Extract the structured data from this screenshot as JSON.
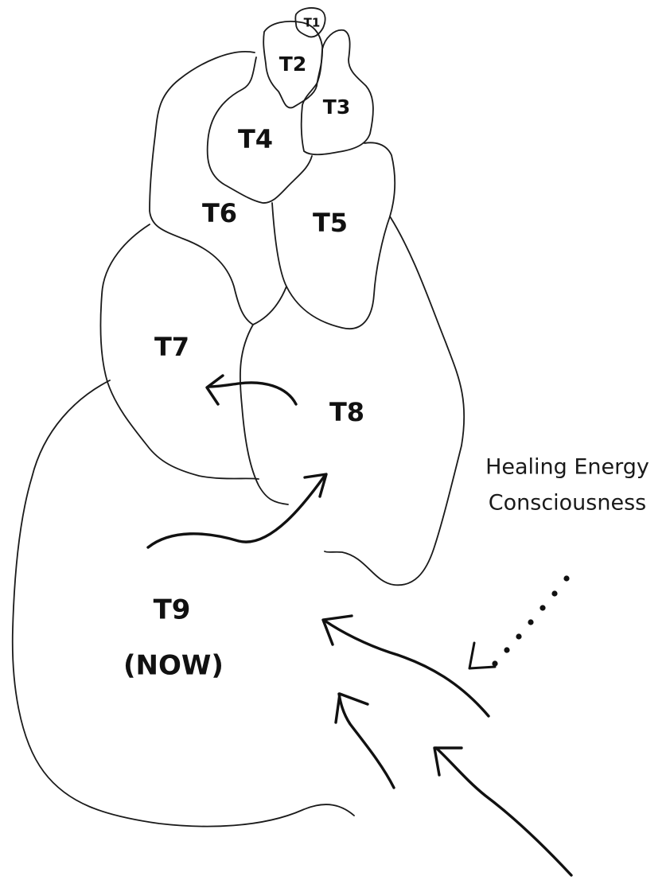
{
  "regions": {
    "t1": "T1",
    "t2": "T2",
    "t3": "T3",
    "t4": "T4",
    "t5": "T5",
    "t6": "T6",
    "t7": "T7",
    "t8": "T8",
    "t9": "T9",
    "t9_sub": "(NOW)"
  },
  "annotation": {
    "line1": "Healing Energy",
    "line2": "Consciousness"
  },
  "colors": {
    "ink": "#111111",
    "background": "#ffffff"
  }
}
